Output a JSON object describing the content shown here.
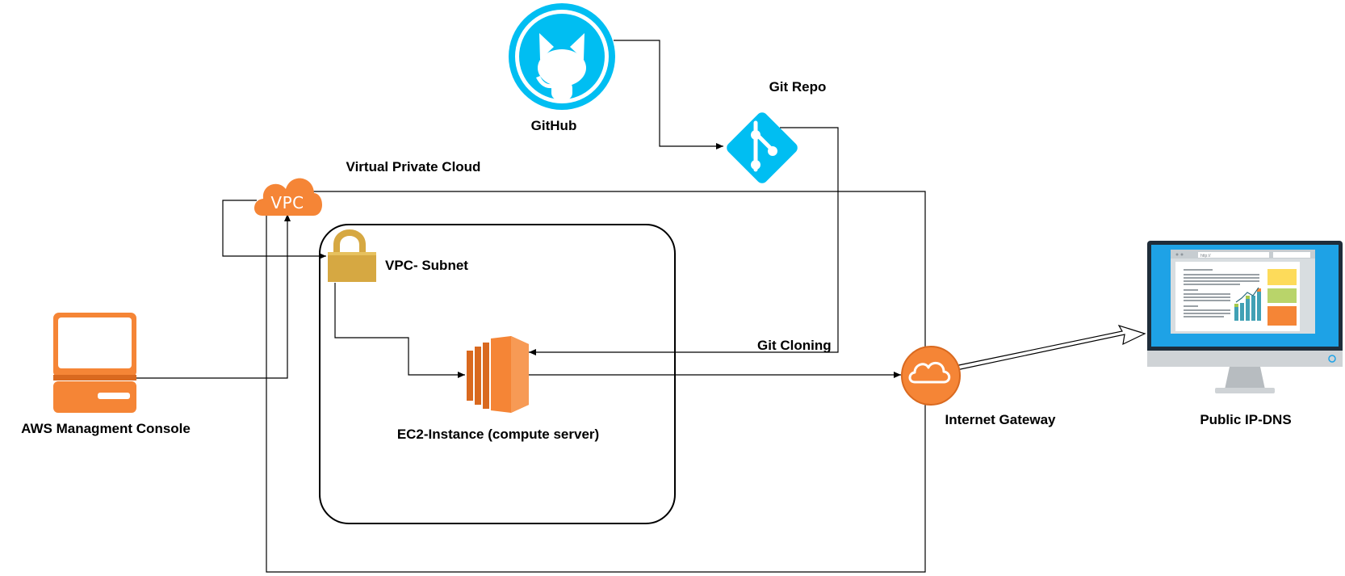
{
  "labels": {
    "github": "GitHub",
    "git_repo": "Git Repo",
    "vpc_title": "Virtual Private Cloud",
    "vpc_badge": "VPC",
    "subnet": "VPC- Subnet",
    "git_cloning": "Git Cloning",
    "console": "AWS  Managment Console",
    "ec2": "EC2-Instance (compute server)",
    "internet_gateway": "Internet Gateway",
    "public_dns": "Public IP-DNS",
    "browser_url": "http://"
  },
  "icons": {
    "github": "github-icon",
    "git_repo": "git-icon",
    "vpc": "vpc-cloud-icon",
    "subnet": "padlock-icon",
    "console": "desktop-computer-icon",
    "ec2": "ec2-instance-icon",
    "internet_gateway": "internet-gateway-icon",
    "public_dns": "monitor-icon"
  },
  "colors": {
    "aws_orange": "#f58536",
    "github_blue": "#00bef2",
    "padlock_gold": "#d6a842",
    "monitor_blue": "#1ea2e6"
  }
}
